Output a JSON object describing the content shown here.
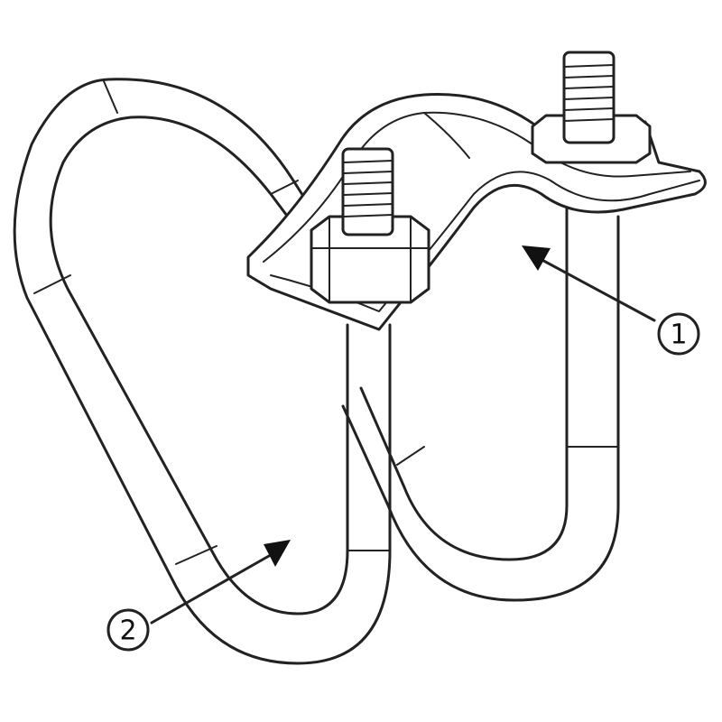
{
  "callouts": [
    {
      "label": "1",
      "target": "saddle-clamp"
    },
    {
      "label": "2",
      "target": "u-bolt"
    }
  ],
  "colors": {
    "line": "#222222",
    "background": "#ffffff"
  }
}
